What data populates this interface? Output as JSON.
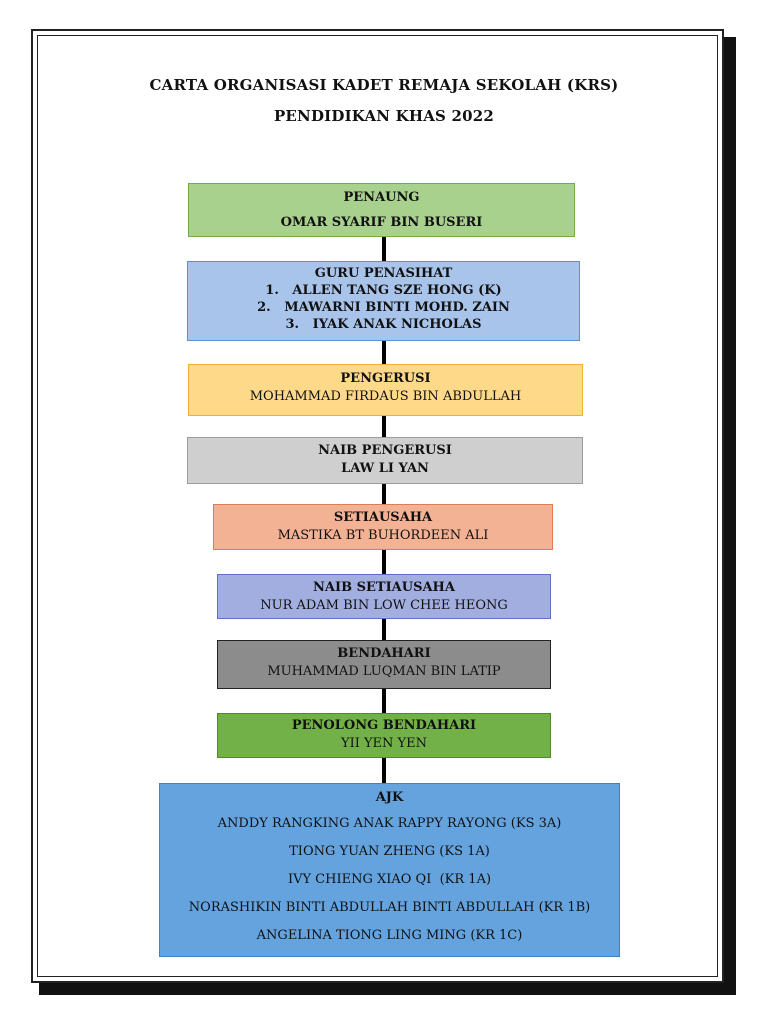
{
  "title": {
    "line1": "CARTA ORGANISASI KADET REMAJA SEKOLAH (KRS)",
    "line2": "PENDIDIKAN KHAS 2022"
  },
  "penaung": {
    "role": "PENAUNG",
    "name": "OMAR SYARIF BIN BUSERI"
  },
  "guru_penasihat": {
    "role": "GURU PENASIHAT",
    "members": [
      "1.   ALLEN TANG SZE HONG (K)",
      "2.   MAWARNI BINTI MOHD. ZAIN",
      "3.   IYAK ANAK NICHOLAS"
    ]
  },
  "pengerusi": {
    "role": "PENGERUSI",
    "name": "MOHAMMAD FIRDAUS BIN ABDULLAH"
  },
  "naib_pengerusi": {
    "role": "NAIB PENGERUSI",
    "name": "LAW LI YAN"
  },
  "setiausaha": {
    "role": "SETIAUSAHA",
    "name": "MASTIKA BT BUHORDEEN ALI"
  },
  "naib_setiausaha": {
    "role": "NAIB SETIAUSAHA",
    "name": "NUR ADAM BIN LOW CHEE HEONG"
  },
  "bendahari": {
    "role": "BENDAHARI",
    "name": "MUHAMMAD LUQMAN BIN LATIP"
  },
  "penolong_bendahari": {
    "role": "PENOLONG BENDAHARI",
    "name": "YII YEN YEN"
  },
  "ajk": {
    "role": "AJK",
    "members": [
      "ANDDY RANGKING ANAK RAPPY RAYONG (KS 3A)",
      "TIONG YUAN ZHENG (KS 1A)",
      "IVY CHIENG XIAO QI  (KR 1A)",
      "NORASHIKIN BINTI ABDULLAH BINTI ABDULLAH (KR 1B)",
      "ANGELINA TIONG LING MING (KR 1C)"
    ]
  },
  "colors": {
    "penaung": "#a9d18e",
    "guru_penasihat": "#a9c4ea",
    "pengerusi": "#ffd98a",
    "naib_pengerusi": "#cfcfcf",
    "setiausaha": "#f4b294",
    "naib_setiausaha": "#a3aee0",
    "bendahari": "#8c8c8c",
    "penolong_bendahari": "#72b147",
    "ajk": "#64a3dd"
  }
}
